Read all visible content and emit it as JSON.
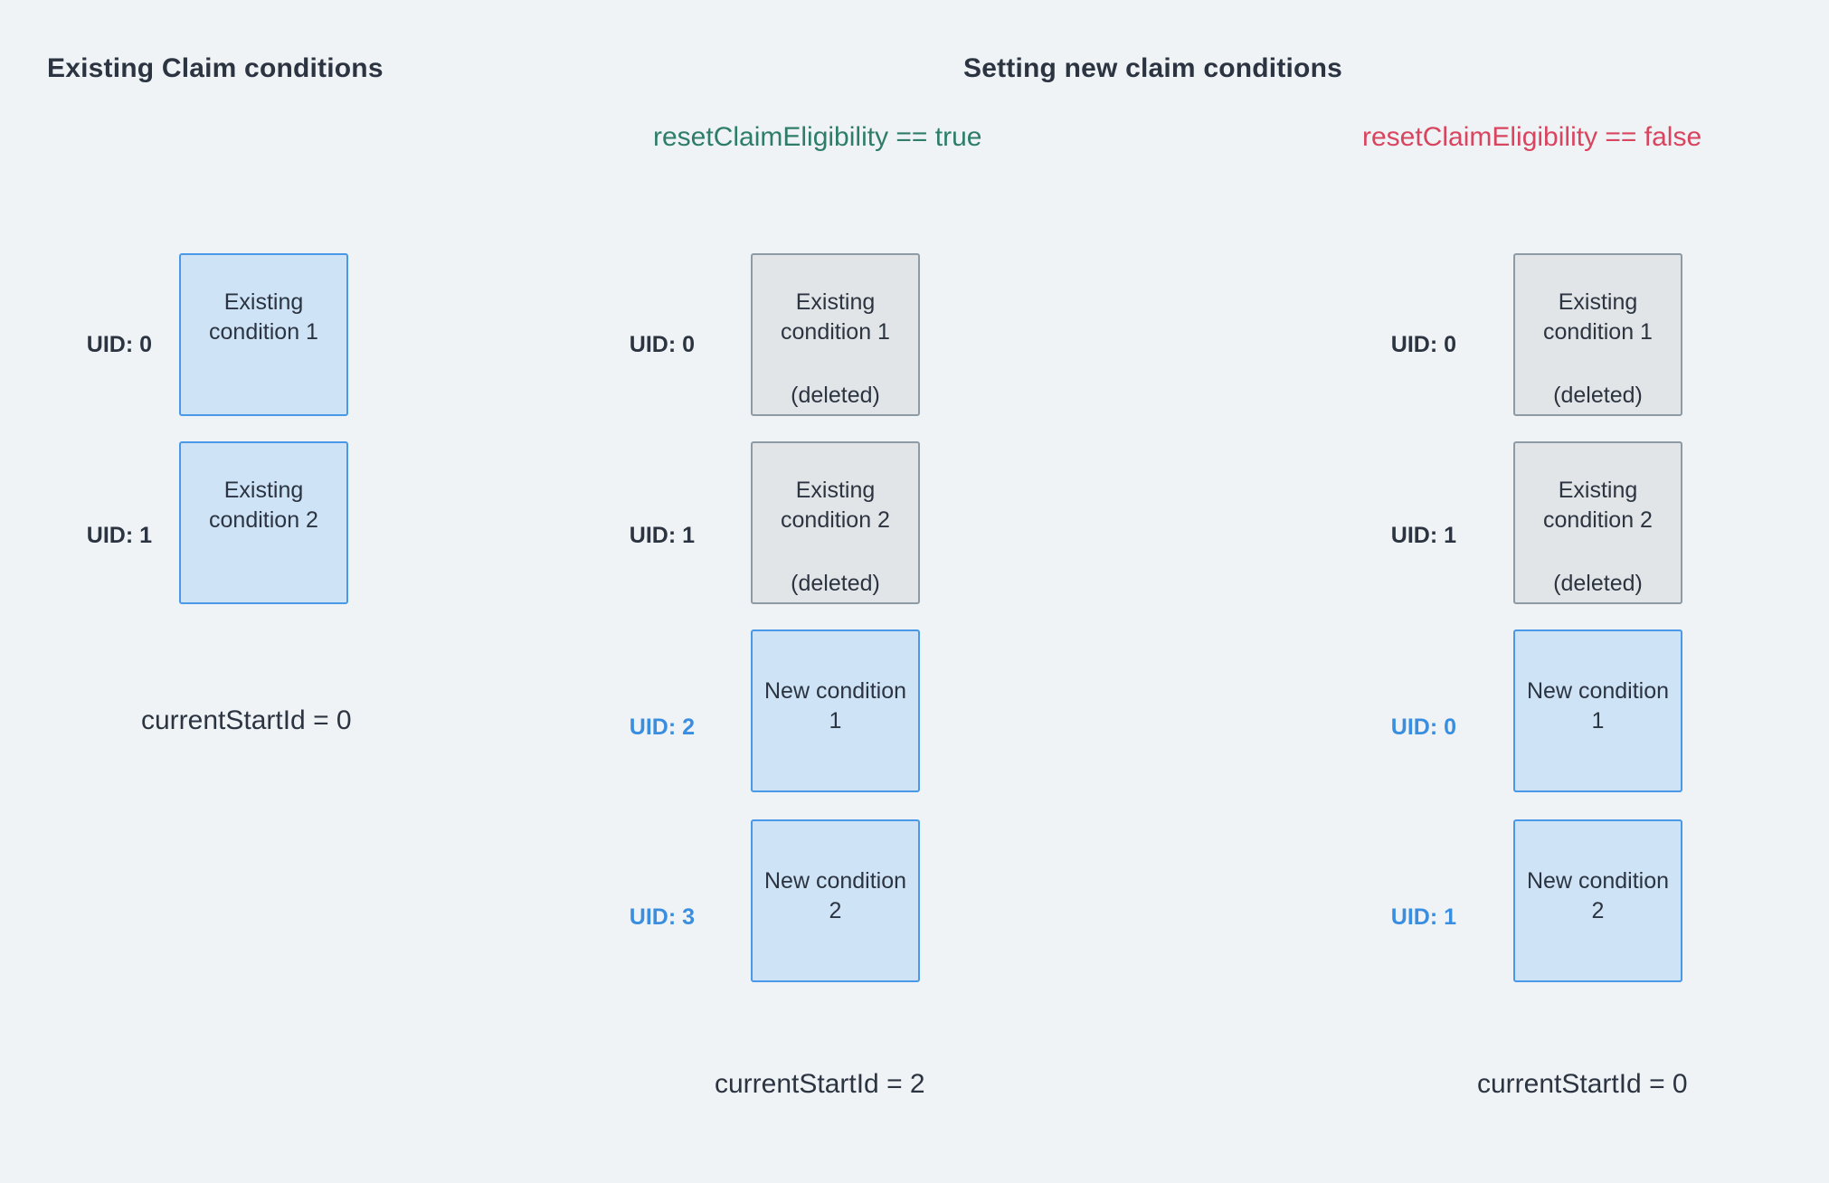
{
  "background": "#eff3f6",
  "colors": {
    "text": "#2b3440",
    "blue_box_fill": "#cfe3f7",
    "blue_box_border": "#4a99e8",
    "grey_box_fill": "#e2e5e7",
    "grey_box_border": "#8e9aa4",
    "uid_blue": "#3a8ee0",
    "true_green": "#2e7d68",
    "false_red": "#d9445f"
  },
  "headings": {
    "left": "Existing Claim conditions",
    "right": "Setting new claim conditions"
  },
  "conditions": {
    "true_label": "resetClaimEligibility == true",
    "false_label": "resetClaimEligibility == false"
  },
  "columns": [
    {
      "id": "existing",
      "nodes": [
        {
          "uid": "UID: 0",
          "uid_color": "dark",
          "style": "blue",
          "title": "Existing\ncondition 1",
          "sub": ""
        },
        {
          "uid": "UID: 1",
          "uid_color": "dark",
          "style": "blue",
          "title": "Existing\ncondition 2",
          "sub": ""
        }
      ],
      "start_id": "currentStartId = 0"
    },
    {
      "id": "reset-true",
      "nodes": [
        {
          "uid": "UID: 0",
          "uid_color": "dark",
          "style": "grey",
          "title": "Existing\ncondition 1",
          "sub": "(deleted)"
        },
        {
          "uid": "UID: 1",
          "uid_color": "dark",
          "style": "grey",
          "title": "Existing\ncondition 2",
          "sub": "(deleted)"
        },
        {
          "uid": "UID: 2",
          "uid_color": "blue",
          "style": "blue",
          "title": "New condition\n1",
          "sub": ""
        },
        {
          "uid": "UID: 3",
          "uid_color": "blue",
          "style": "blue",
          "title": "New condition\n2",
          "sub": ""
        }
      ],
      "start_id": "currentStartId = 2"
    },
    {
      "id": "reset-false",
      "nodes": [
        {
          "uid": "UID: 0",
          "uid_color": "dark",
          "style": "grey",
          "title": "Existing\ncondition 1",
          "sub": "(deleted)"
        },
        {
          "uid": "UID: 1",
          "uid_color": "dark",
          "style": "grey",
          "title": "Existing\ncondition 2",
          "sub": "(deleted)"
        },
        {
          "uid": "UID: 0",
          "uid_color": "blue",
          "style": "blue",
          "title": "New condition\n1",
          "sub": ""
        },
        {
          "uid": "UID: 1",
          "uid_color": "blue",
          "style": "blue",
          "title": "New condition\n2",
          "sub": ""
        }
      ],
      "start_id": "currentStartId = 0"
    }
  ]
}
